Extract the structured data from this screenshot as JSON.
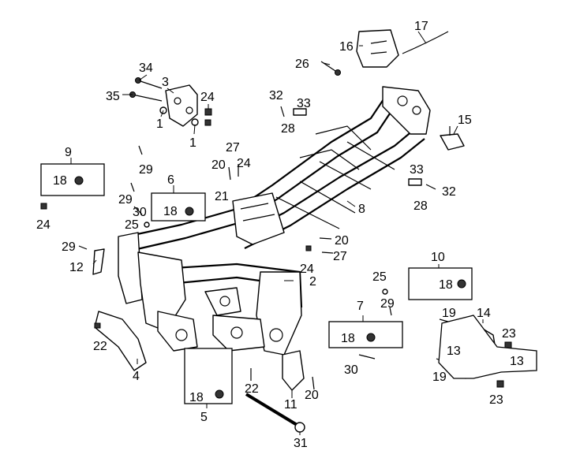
{
  "labels": {
    "p1a": "1",
    "p1b": "1",
    "p2": "2",
    "p3": "3",
    "p4": "4",
    "p5": "5",
    "p6": "6",
    "p7": "7",
    "p8": "8",
    "p9": "9",
    "p10": "10",
    "p11": "11",
    "p12": "12",
    "p13a": "13",
    "p13b": "13",
    "p14": "14",
    "p15": "15",
    "p16": "16",
    "p17": "17",
    "p18a": "18",
    "p18b": "18",
    "p18c": "18",
    "p18d": "18",
    "p18e": "18",
    "p19a": "19",
    "p19b": "19",
    "p20a": "20",
    "p20b": "20",
    "p20c": "20",
    "p21": "21",
    "p22a": "22",
    "p22b": "22",
    "p23a": "23",
    "p23b": "23",
    "p24a": "24",
    "p24b": "24",
    "p24c": "24",
    "p24d": "24",
    "p25a": "25",
    "p25b": "25",
    "p26": "26",
    "p27a": "27",
    "p27b": "27",
    "p28a": "28",
    "p28b": "28",
    "p29a": "29",
    "p29b": "29",
    "p29c": "29",
    "p29d": "29",
    "p30a": "30",
    "p30b": "30",
    "p31": "31",
    "p32a": "32",
    "p32b": "32",
    "p33a": "33",
    "p33b": "33",
    "p34": "34",
    "p35": "35"
  }
}
